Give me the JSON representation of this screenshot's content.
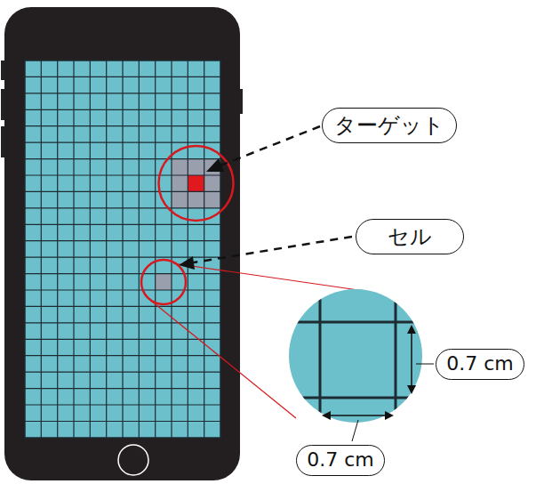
{
  "diagram": {
    "nodes": [
      {
        "text": [
          "ターゲット"
        ]
      },
      {
        "text": [
          "セル"
        ]
      },
      {
        "text": [
          "0.7 cm"
        ]
      },
      {
        "text": [
          "0.7 cm"
        ]
      }
    ]
  }
}
